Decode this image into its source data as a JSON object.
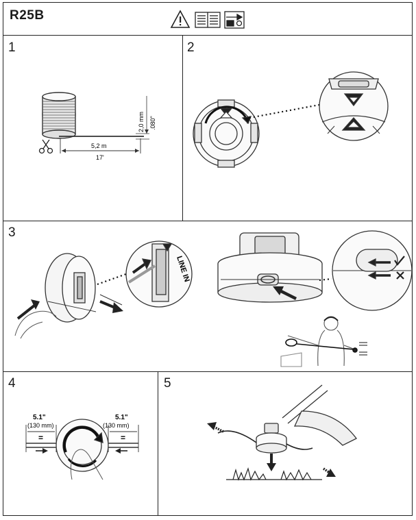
{
  "header": {
    "model": "R25B",
    "icons": [
      "warning-icon",
      "read-manual-icon",
      "disassembly-icon"
    ]
  },
  "steps": [
    {
      "number": "1",
      "line_diameter": "2,0 mm",
      "line_diameter_in": ".080\"",
      "line_length_m": "5,2 m",
      "line_length_ft": "17'"
    },
    {
      "number": "2"
    },
    {
      "number": "3",
      "label": "LINE IN",
      "spool_label": "LINE IN"
    },
    {
      "number": "4",
      "left_length_in": "5.1\"",
      "left_length_mm": "(130 mm)",
      "right_length_in": "5.1\"",
      "right_length_mm": "(130 mm)",
      "equal_sign": "="
    },
    {
      "number": "5"
    }
  ]
}
